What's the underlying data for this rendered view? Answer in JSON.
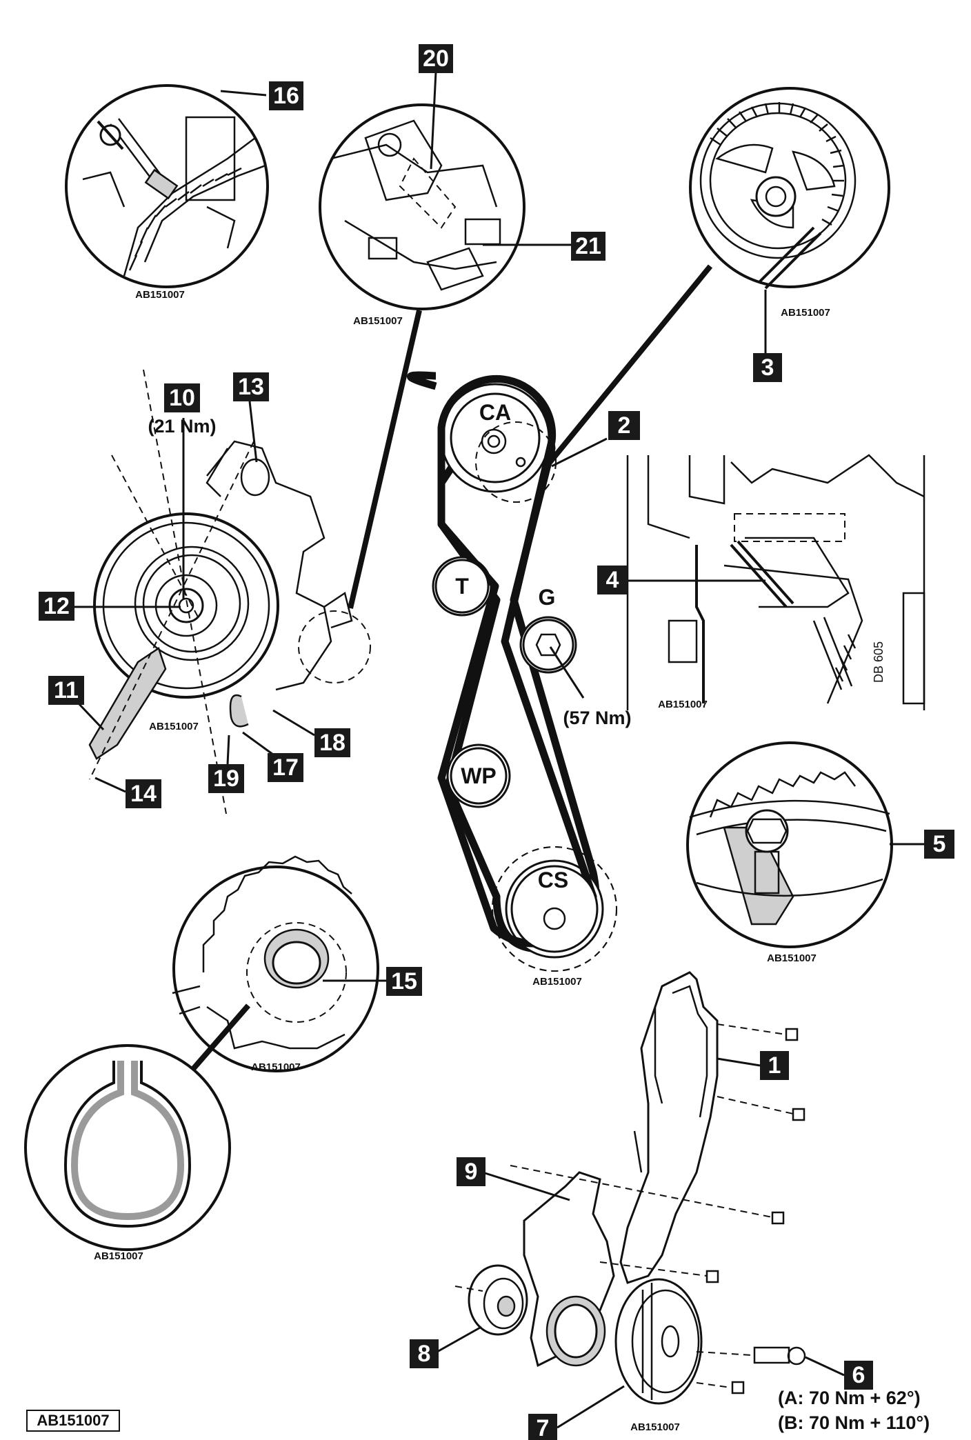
{
  "figure_code": "AB151007",
  "footer_code": "AB151007",
  "callouts": {
    "c1": "1",
    "c2": "2",
    "c3": "3",
    "c4": "4",
    "c5": "5",
    "c6": "6",
    "c7": "7",
    "c8": "8",
    "c9": "9",
    "c10": "10",
    "c11": "11",
    "c12": "12",
    "c13": "13",
    "c14": "14",
    "c15": "15",
    "c16": "16",
    "c17": "17",
    "c18": "18",
    "c19": "19",
    "c20": "20",
    "c21": "21"
  },
  "pulleys": {
    "camshaft": "CA",
    "tensioner": "T",
    "idler": "G",
    "water_pump": "WP",
    "crankshaft": "CS"
  },
  "torques": {
    "tensioner_bolt": "(21 Nm)",
    "idler_bolt": "(57 Nm)",
    "crank_bolt_a": "(A: 70 Nm + 62°)",
    "crank_bolt_b": "(B: 70 Nm + 110°)"
  },
  "stamp": "DB 605"
}
